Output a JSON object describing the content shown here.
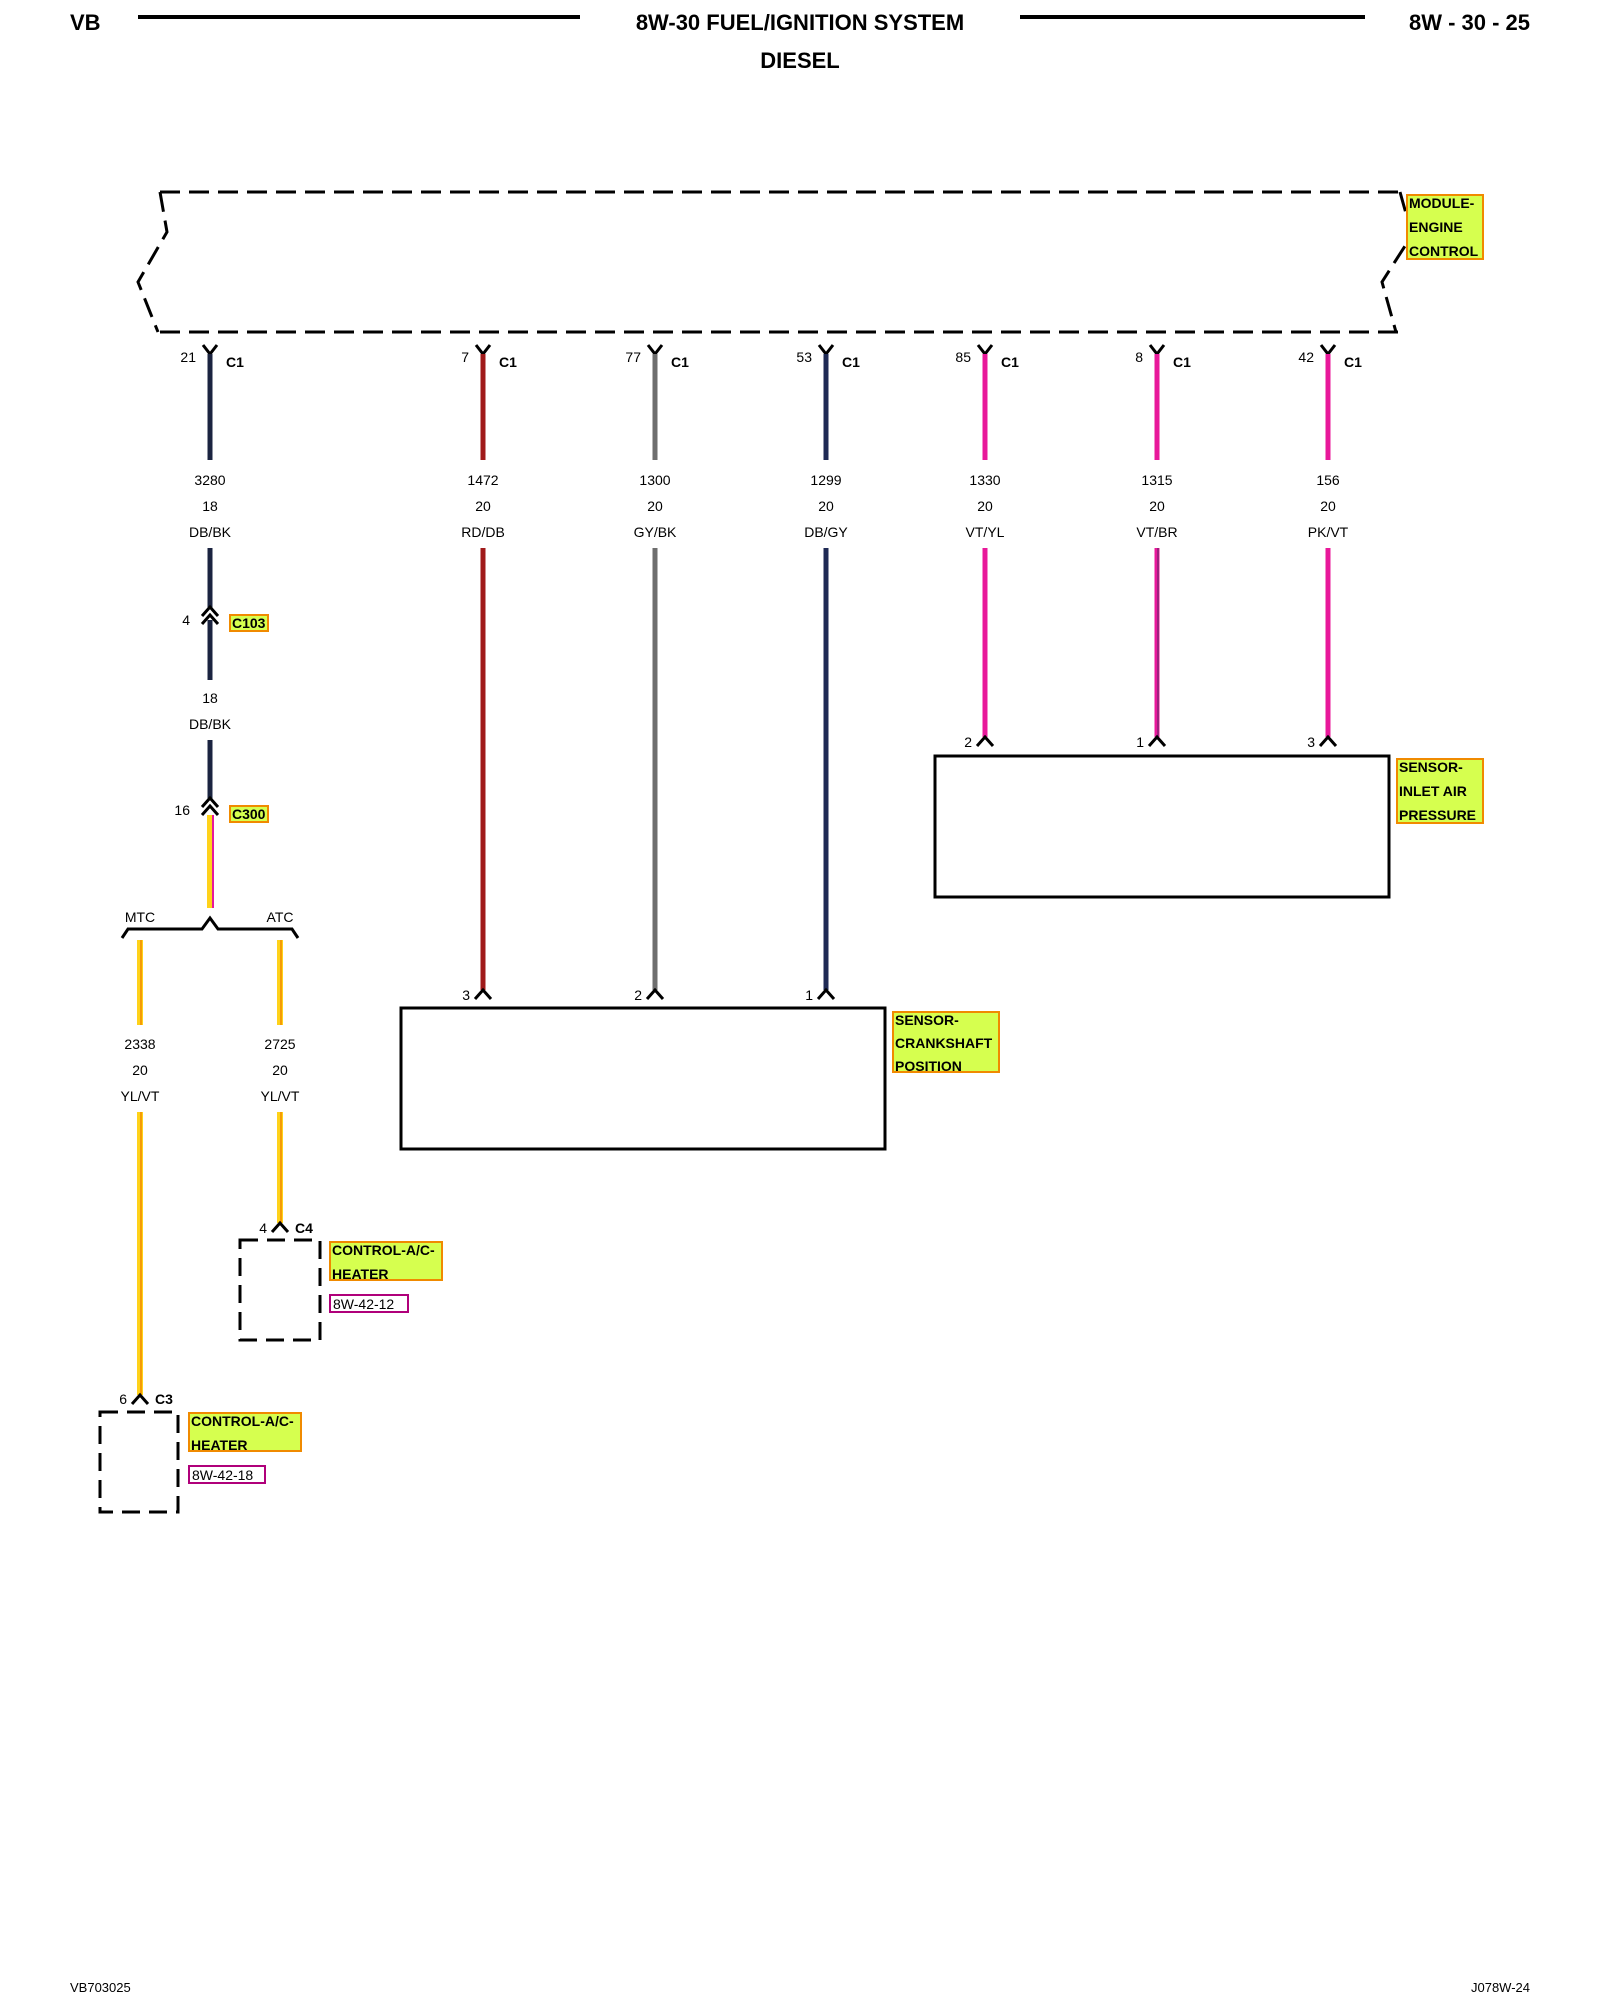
{
  "header": {
    "left": "VB",
    "title": "8W-30 FUEL/IGNITION SYSTEM",
    "subtitle": "DIESEL",
    "page": "8W - 30 - 25"
  },
  "footer": {
    "left": "VB703025",
    "right": "J078W-24"
  },
  "components": {
    "ecm": [
      "MODULE-",
      "ENGINE",
      "CONTROL"
    ],
    "iap": [
      "SENSOR-",
      "INLET AIR",
      "PRESSURE"
    ],
    "ckp": [
      "SENSOR-",
      "CRANKSHAFT",
      "POSITION"
    ],
    "ac_c4": [
      "CONTROL-A/C-",
      "HEATER"
    ],
    "ac_c4_ref": "8W-42-12",
    "ac_c3": [
      "CONTROL-A/C-",
      "HEATER"
    ],
    "ac_c3_ref": "8W-42-18"
  },
  "ecm_pins": [
    {
      "pin": "21",
      "conn": "C1",
      "circuit": "3280",
      "gauge": "18",
      "color": "DB/BK"
    },
    {
      "pin": "7",
      "conn": "C1",
      "circuit": "1472",
      "gauge": "20",
      "color": "RD/DB"
    },
    {
      "pin": "77",
      "conn": "C1",
      "circuit": "1300",
      "gauge": "20",
      "color": "GY/BK"
    },
    {
      "pin": "53",
      "conn": "C1",
      "circuit": "1299",
      "gauge": "20",
      "color": "DB/GY"
    },
    {
      "pin": "85",
      "conn": "C1",
      "circuit": "1330",
      "gauge": "20",
      "color": "VT/YL"
    },
    {
      "pin": "8",
      "conn": "C1",
      "circuit": "1315",
      "gauge": "20",
      "color": "VT/BR"
    },
    {
      "pin": "42",
      "conn": "C1",
      "circuit": "156",
      "gauge": "20",
      "color": "PK/VT"
    }
  ],
  "inline": {
    "c103": {
      "pin": "4",
      "name": "C103",
      "gauge": "18",
      "color": "DB/BK"
    },
    "c300": {
      "pin": "16",
      "name": "C300"
    }
  },
  "splice": {
    "left": "MTC",
    "right": "ATC"
  },
  "branches": [
    {
      "circuit": "2338",
      "gauge": "20",
      "color": "YL/VT",
      "pin": "6",
      "conn": "C3"
    },
    {
      "circuit": "2725",
      "gauge": "20",
      "color": "YL/VT",
      "pin": "4",
      "conn": "C4"
    }
  ],
  "iap_pins": [
    "2",
    "1",
    "3"
  ],
  "ckp_pins": [
    "3",
    "2",
    "1"
  ],
  "wire_colors": {
    "db_bk": "#1b2440",
    "rd_db": "#a01a1a",
    "gy_bk": "#6e6e6e",
    "db_gy": "#1f2a55",
    "vt": "#e8189a",
    "yl": "#ffd21a",
    "label_fill": "#d6ff4f",
    "label_border": "#f08a00",
    "ref_border": "#b0007a"
  }
}
